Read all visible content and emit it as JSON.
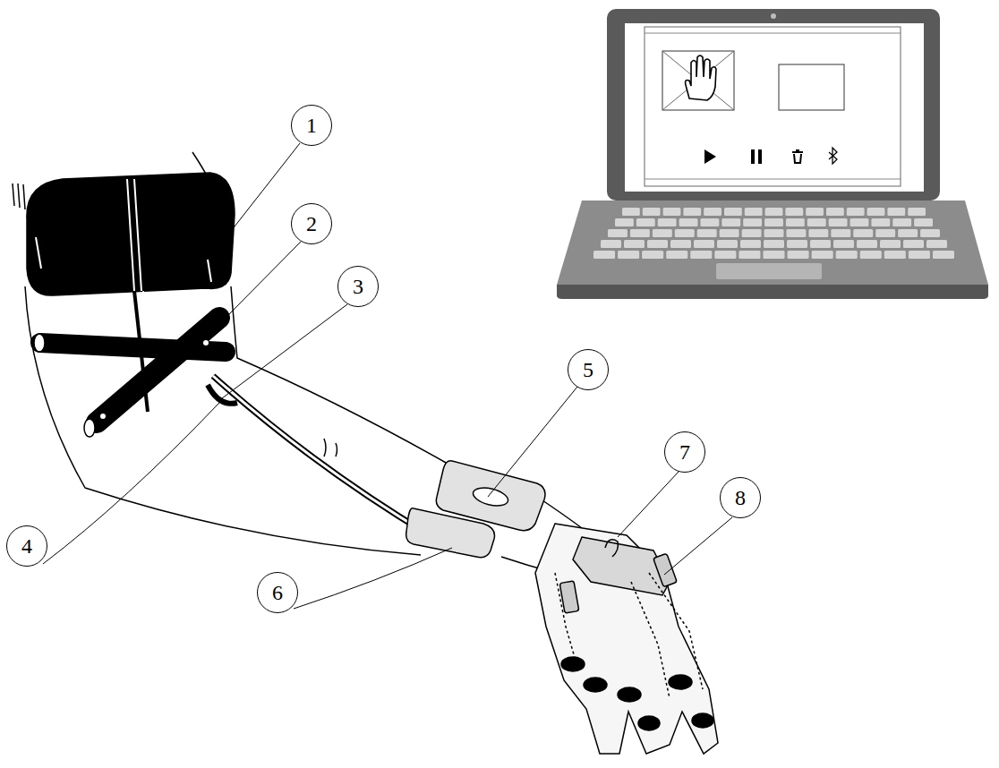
{
  "diagram": {
    "nodes": [
      {
        "text": [
          "1"
        ]
      },
      {
        "text": [
          "2"
        ]
      },
      {
        "text": [
          "3"
        ]
      },
      {
        "text": [
          "4"
        ]
      },
      {
        "text": [
          "5"
        ]
      },
      {
        "text": [
          "6"
        ]
      },
      {
        "text": [
          "7"
        ]
      },
      {
        "text": [
          "8"
        ]
      }
    ]
  }
}
